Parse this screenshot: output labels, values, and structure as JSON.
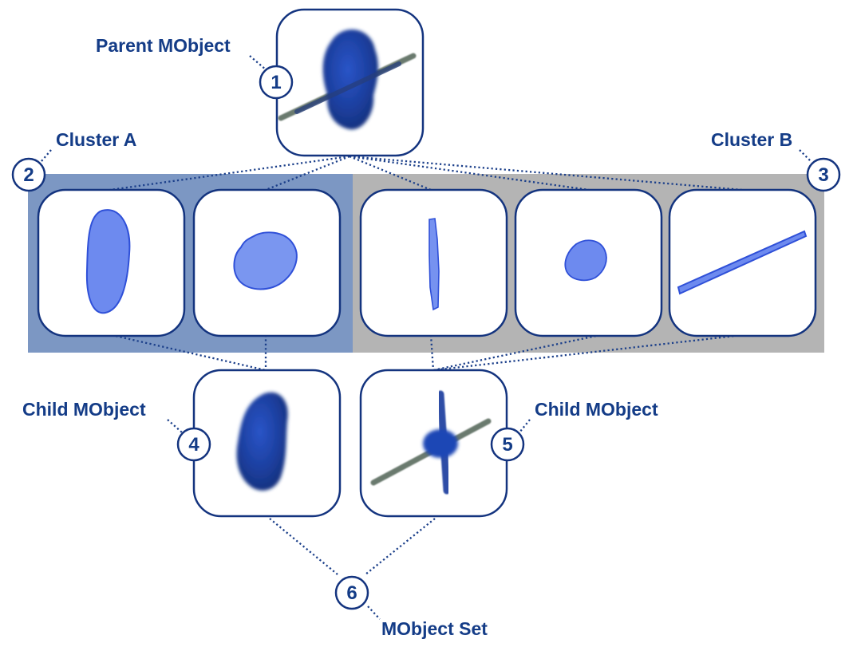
{
  "labels": {
    "parent": "Parent  MObject",
    "cluster_a": "Cluster A",
    "cluster_b": "Cluster B",
    "child_a": "Child  MObject",
    "child_b": "Child  MObject",
    "set": "MObject Set"
  },
  "markers": [
    "1",
    "2",
    "3",
    "4",
    "5",
    "6"
  ],
  "colors": {
    "cluster_a_bg": "#7c97c3",
    "cluster_b_bg": "#b4b4b4",
    "accent": "#143c87",
    "shape_light": "#5b79e6",
    "shape_dark": "#1a3a9e"
  },
  "shapes": {
    "parent": "dark-blue blob with grey rod",
    "cluster_a": [
      "light-blue oval",
      "light-blue lumpy blob"
    ],
    "cluster_b": [
      "light-blue vertical rod",
      "light-blue small cell",
      "light-blue diagonal rod"
    ],
    "child_a": "dark-blue blob",
    "child_b": "dark-blue cross"
  }
}
